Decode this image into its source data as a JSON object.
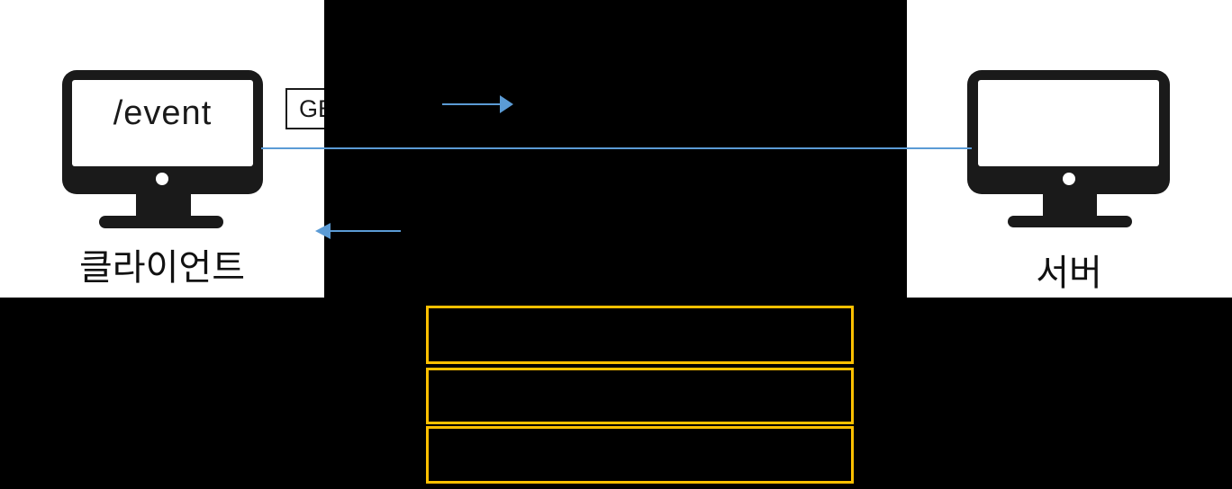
{
  "diagram": {
    "client": {
      "screen_text": "/event",
      "label": "클라이언트"
    },
    "server": {
      "label": "서버"
    },
    "request_box": {
      "label": "GE"
    },
    "callout_boxes": [
      "",
      "",
      ""
    ],
    "colors": {
      "arrow_blue": "#5B9BD5",
      "callout_orange": "#FFC000",
      "icon_black": "#1a1a1a",
      "overlay_black": "#000000"
    }
  }
}
